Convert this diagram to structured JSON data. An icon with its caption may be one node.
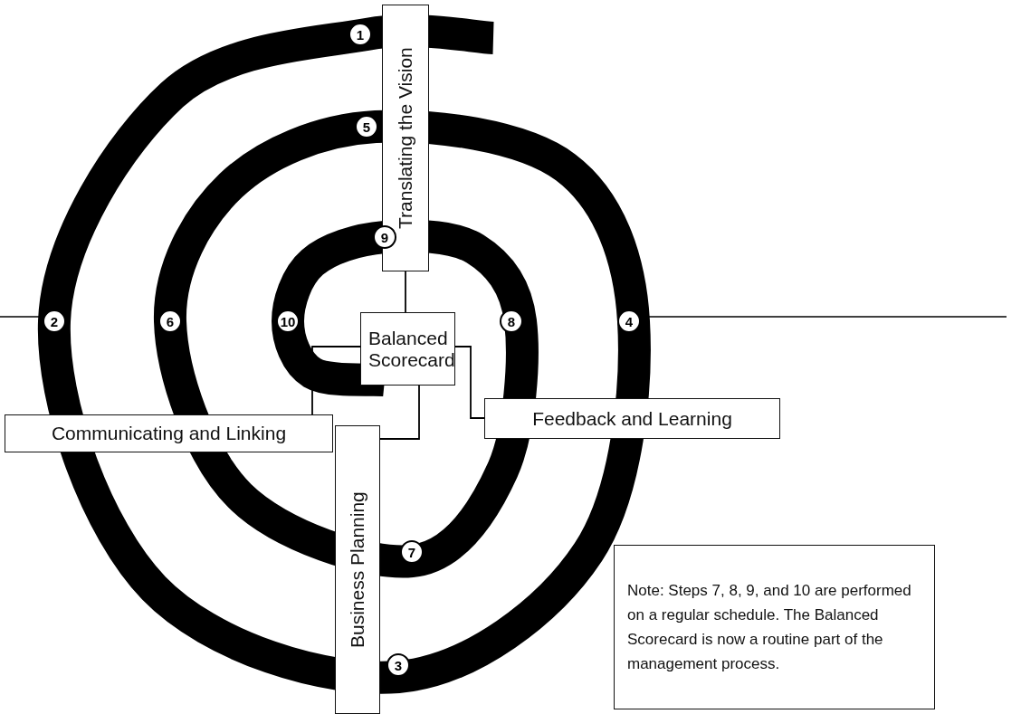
{
  "diagram": {
    "nodes": [
      {
        "text": [
          "Translating the Vision"
        ]
      },
      {
        "text": [
          "Balanced Scorecard"
        ]
      },
      {
        "text": [
          "Communicating and Linking"
        ]
      },
      {
        "text": [
          "Feedback and Learning"
        ]
      },
      {
        "text": [
          "Business Planning"
        ]
      },
      {
        "text": [
          "Note: Steps 7, 8, 9, and 10 are performed on a regular schedule. The Balanced Scorecard is now a routine part of the management process."
        ]
      }
    ],
    "edges": [
      {
        "from": 1,
        "to": 0,
        "arrow": "none"
      },
      {
        "from": 1,
        "to": 2,
        "arrow": "none"
      },
      {
        "from": 1,
        "to": 3,
        "arrow": "none"
      },
      {
        "from": 1,
        "to": 4,
        "arrow": "none"
      }
    ],
    "labels": [
      "1",
      "5",
      "9",
      "2",
      "6",
      "10",
      "8",
      "4",
      "7",
      "3"
    ]
  }
}
